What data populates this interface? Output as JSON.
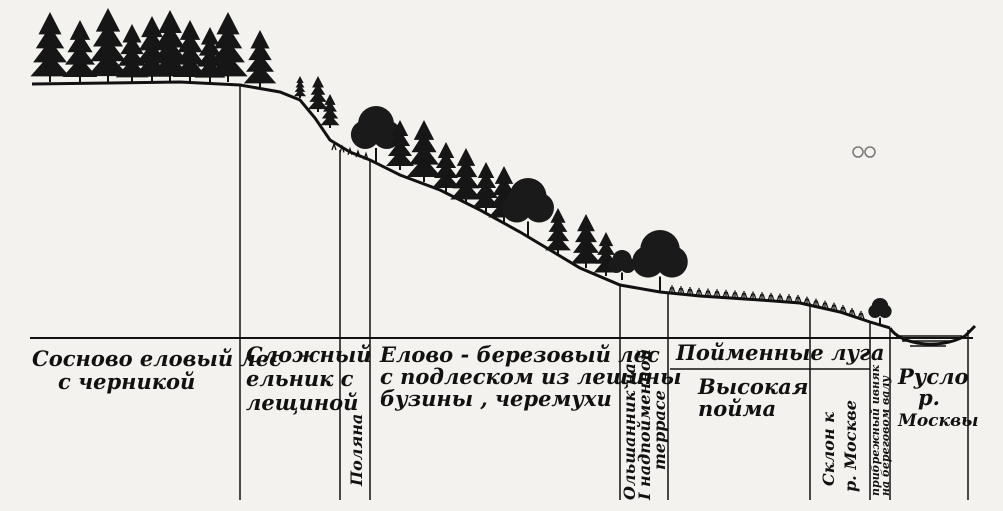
{
  "diagram": {
    "zones": [
      {
        "id": "pine-spruce-forest",
        "lines": [
          "Сосново еловый лес",
          "с черникой"
        ]
      },
      {
        "id": "complex-spruce-forest",
        "lines": [
          "Сложный",
          "ельник с",
          "лещиной"
        ]
      },
      {
        "id": "glade",
        "lines": [
          "Поляна"
        ]
      },
      {
        "id": "spruce-birch-forest",
        "lines": [
          "Елово - березовый лес",
          "с подлеском из лещины",
          "бузины , черемухи"
        ]
      },
      {
        "id": "alder-terrace",
        "lines": [
          "Ольшанник на",
          "I надпойменной",
          "террасе"
        ]
      },
      {
        "id": "floodplain-meadows",
        "lines": [
          "Пойменные луга"
        ]
      },
      {
        "id": "high-floodplain",
        "lines": [
          "Высокая",
          "пойма"
        ]
      },
      {
        "id": "slope-to-moskva",
        "lines": [
          "Склон к",
          "р. Москве"
        ]
      },
      {
        "id": "willow-on-bank",
        "lines": [
          "прибрежный ивняк",
          "на береговом валу"
        ]
      },
      {
        "id": "moskva-riverbed",
        "lines": [
          "Русло",
          "р.",
          "Москвы"
        ]
      }
    ]
  }
}
